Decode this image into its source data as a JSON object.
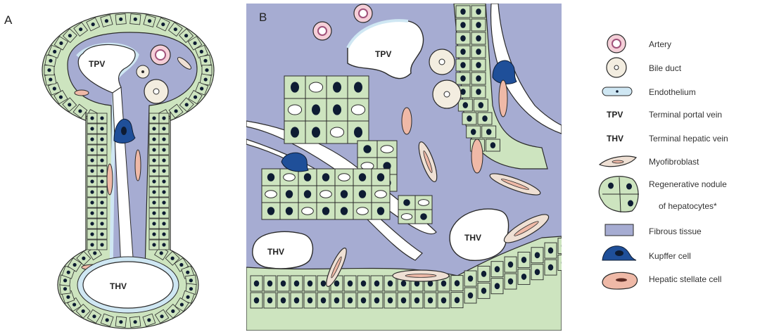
{
  "panels": {
    "a": "A",
    "b": "B"
  },
  "vessels": {
    "tpv": "TPV",
    "thv": "THV"
  },
  "legend": [
    {
      "key": "artery",
      "label": "Artery"
    },
    {
      "key": "bile_duct",
      "label": "Bile duct"
    },
    {
      "key": "endothelium",
      "label": "Endothelium"
    },
    {
      "key": "tpv",
      "abbr": "TPV",
      "label": "Terminal portal vein"
    },
    {
      "key": "thv",
      "abbr": "THV",
      "label": "Terminal hepatic vein"
    },
    {
      "key": "myofibroblast",
      "label": "Myofibroblast"
    },
    {
      "key": "nodule",
      "label": "Regenerative nodule",
      "label2": "of hepatocytes*"
    },
    {
      "key": "fibrous",
      "label": "Fibrous tissue"
    },
    {
      "key": "kupffer",
      "label": "Kupffer cell"
    },
    {
      "key": "stellate",
      "label": "Hepatic stellate cell"
    }
  ],
  "colors": {
    "fibrous": "#a6acd2",
    "hepatocyte": "#cde4bf",
    "endothelium": "#cfe7f3",
    "kupffer": "#1f4f99",
    "stellate": "#efb9a7",
    "artery": "#f5cfd8",
    "nucleus": "#0e1c33"
  }
}
